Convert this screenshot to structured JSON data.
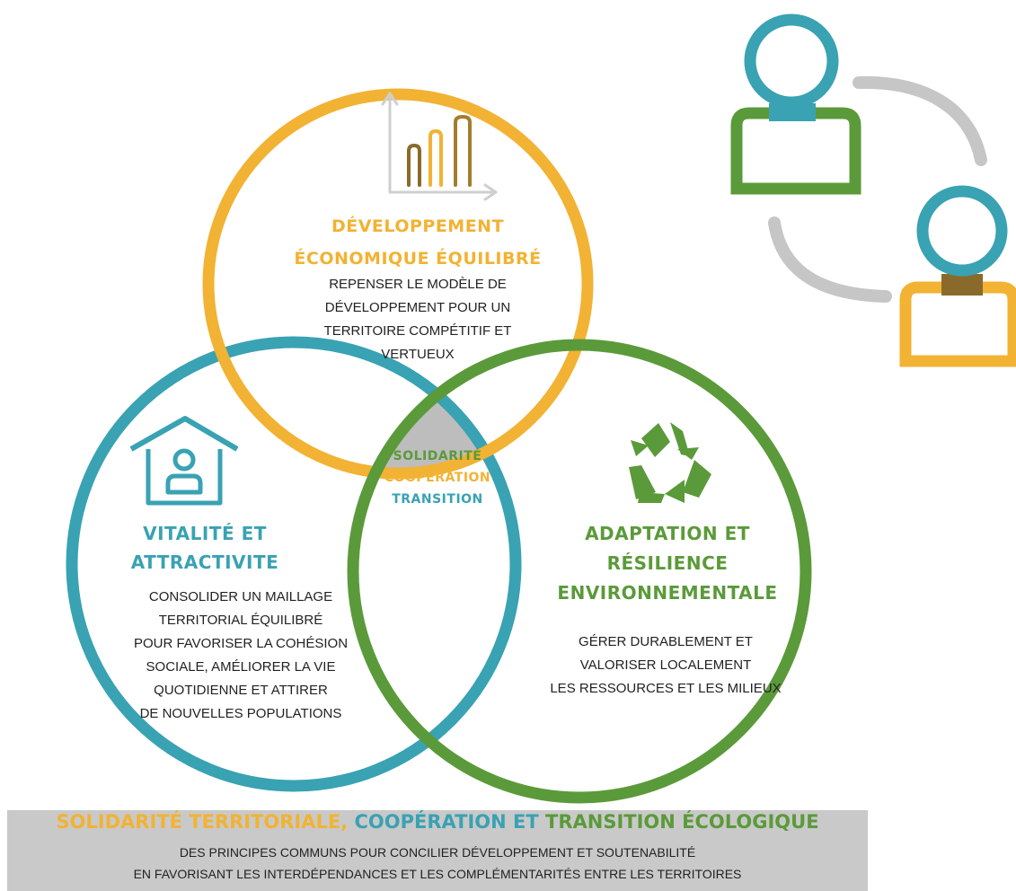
{
  "colors": {
    "economy": "#f2b233",
    "vitality": "#39a2b3",
    "environment": "#5b9a3a",
    "overlap": "#bdbdbd",
    "connector": "#c6c6c6",
    "footer_band": "#c9c9c9",
    "text": "#222222"
  },
  "economy": {
    "title_lines": [
      "DÉVELOPPEMENT",
      "ÉCONOMIQUE ÉQUILIBRÉ"
    ],
    "text_lines": [
      "REPENSER LE MODÈLE DE",
      "DÉVELOPPEMENT POUR UN",
      "TERRITOIRE COMPÉTITIF ET",
      "VERTUEUX"
    ],
    "icon": "bar-chart-icon"
  },
  "vitality": {
    "title_lines": [
      "VITALITÉ ET",
      "ATTRACTIVITE"
    ],
    "text_lines": [
      "CONSOLIDER UN MAILLAGE",
      "TERRITORIAL ÉQUILIBRÉ",
      "POUR FAVORISER LA COHÉSION",
      "SOCIALE, AMÉLIORER LA VIE",
      "QUOTIDIENNE ET ATTIRER",
      "DE NOUVELLES POPULATIONS"
    ],
    "icon": "house-person-icon"
  },
  "environment": {
    "title_lines": [
      "ADAPTATION ET",
      "RÉSILIENCE",
      "ENVIRONNEMENTALE"
    ],
    "text_lines": [
      "GÉRER DURABLEMENT ET",
      "VALORISER LOCALEMENT",
      "LES RESSOURCES ET LES MILIEUX"
    ],
    "icon": "recycle-icon"
  },
  "center": {
    "lines": [
      "SOLIDARITÉ",
      "COOPÉRATION",
      "TRANSITION"
    ]
  },
  "footer": {
    "title_part1": "SOLIDARITÉ TERRITORIALE,",
    "title_part2": " COOPÉRATION ET",
    "title_part3": " TRANSITION ÉCOLOGIQUE",
    "lines": [
      "DES PRINCIPES COMMUNS POUR CONCILIER DÉVELOPPEMENT  ET SOUTENABILITÉ",
      "EN FAVORISANT LES INTERDÉPENDANCES ET LES COMPLÉMENTARITÉS ENTRE LES TERRITOIRES"
    ]
  },
  "decoration": {
    "icon": "people-exchange-icon"
  }
}
